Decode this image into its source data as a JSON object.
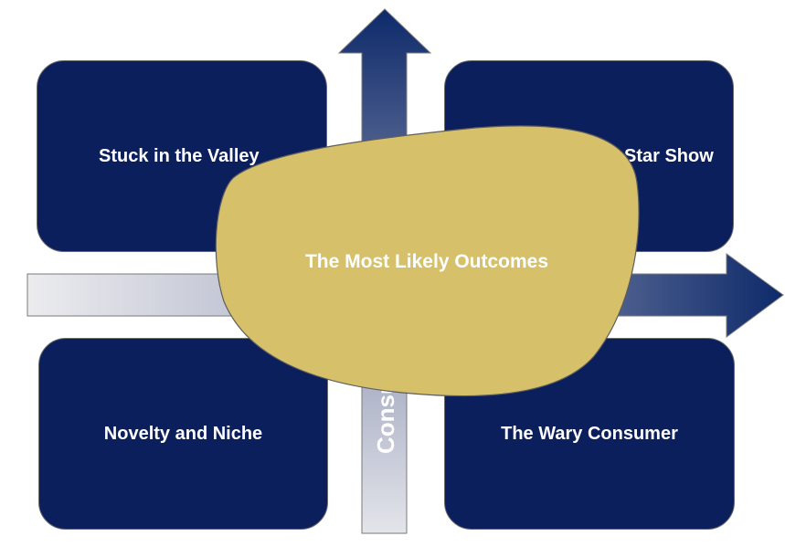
{
  "quadrants": {
    "top_left": "Stuck in the Valley",
    "top_right": "Star Show",
    "bottom_left": "Novelty and Niche",
    "bottom_right": "The Wary Consumer"
  },
  "vertical_axis_label": "Consumer Acceptance",
  "highlight": {
    "label": "The Most Likely Outcomes",
    "color": "#d6c06a"
  },
  "colors": {
    "quadrant_fill": "#0b1f5c",
    "arrow_dark": "#1c3470",
    "arrow_light": "#e6e7ec"
  }
}
